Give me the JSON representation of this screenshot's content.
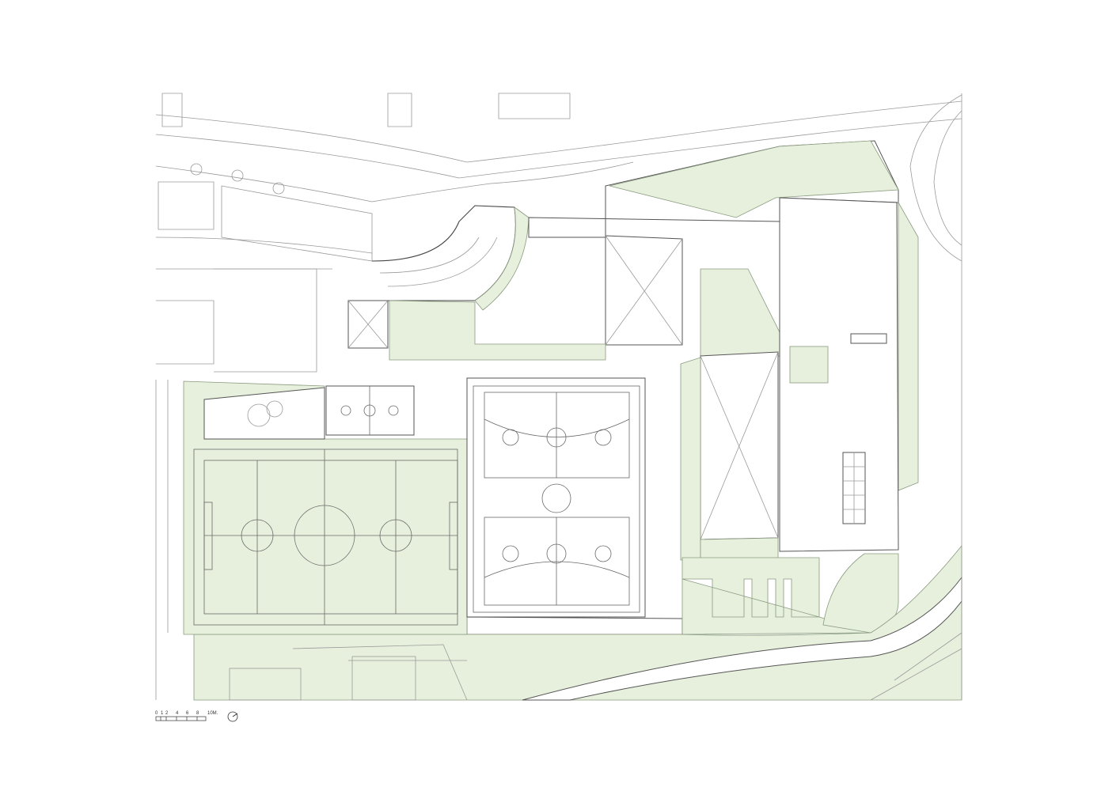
{
  "scale_bar": {
    "ticks": [
      "0",
      "1",
      "2",
      "4",
      "6",
      "8",
      "10M."
    ],
    "north_icon": "north-arrow-icon"
  },
  "colors": {
    "vegetation": "#e6f0dc",
    "lines": "#444444",
    "background": "#ffffff"
  }
}
